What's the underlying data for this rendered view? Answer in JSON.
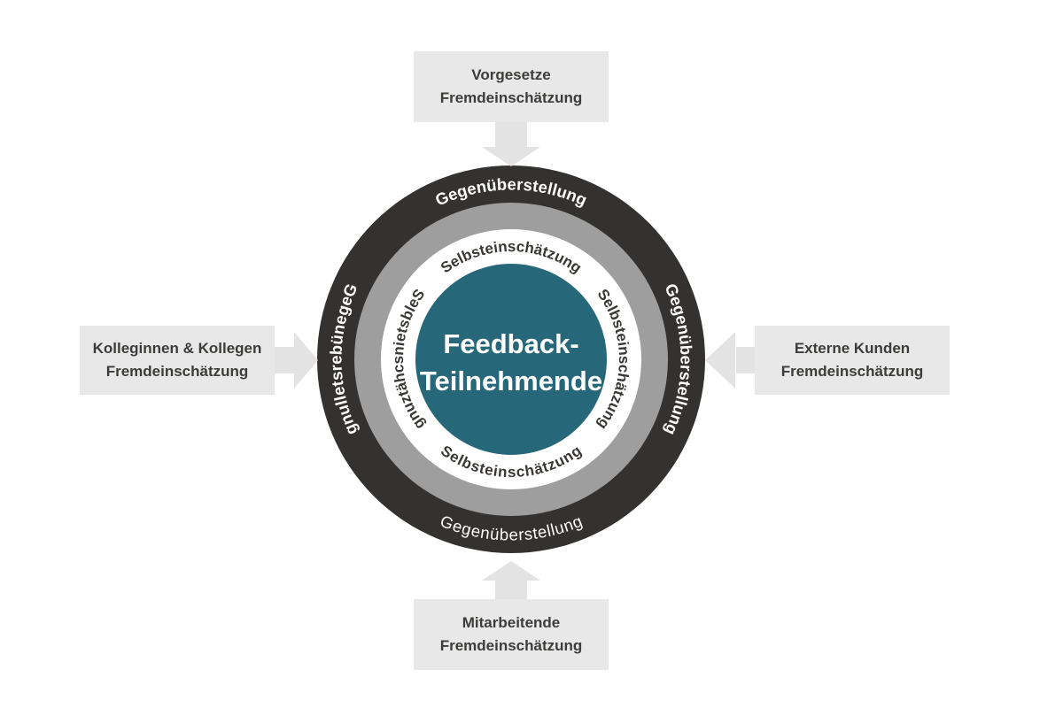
{
  "center": {
    "line1": "Feedback-",
    "line2": "Teilnehmende"
  },
  "rings": {
    "outer_label": "Gegenüberstellung",
    "inner_label": "Selbsteinschätzung"
  },
  "boxes": {
    "top": {
      "line1": "Vorgesetze",
      "line2": "Fremdeinschätzung"
    },
    "left": {
      "line1": "Kolleginnen & Kollegen",
      "line2": "Fremdeinschätzung"
    },
    "right": {
      "line1": "Externe Kunden",
      "line2": "Fremdeinschätzung"
    },
    "bottom": {
      "line1": "Mitarbeitende",
      "line2": "Fremdeinschätzung"
    }
  },
  "colors": {
    "outer_ring": "#343230",
    "middle_ring": "#9e9e9e",
    "inner_ring": "#ffffff",
    "core_circle": "#26687a",
    "outer_ring_text": "#ffffff",
    "inner_ring_text": "#3a3835",
    "box_fill": "#e8e8e8",
    "box_text": "#3c3c3a",
    "arrow_fill": "#e3e3e3",
    "background": "#ffffff"
  }
}
